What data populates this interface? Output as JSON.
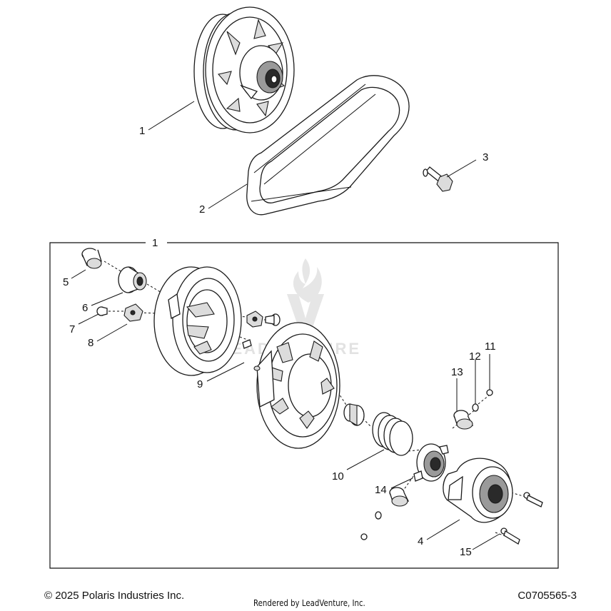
{
  "callouts": {
    "c1_top": "1",
    "c2": "2",
    "c3": "3",
    "c1_frame": "1",
    "c5": "5",
    "c6": "6",
    "c7": "7",
    "c8": "8",
    "c9": "9",
    "c10": "10",
    "c11": "11",
    "c12": "12",
    "c13": "13",
    "c14": "14",
    "c4": "4",
    "c15": "15"
  },
  "watermark": {
    "text": "LEADVENTURE",
    "logo": "leadventure-flame-logo"
  },
  "footer": {
    "copyright": "© 2025 Polaris Industries Inc.",
    "rendered_by": "Rendered by LeadVenture, Inc.",
    "drawing_id": "C0705565-3"
  }
}
